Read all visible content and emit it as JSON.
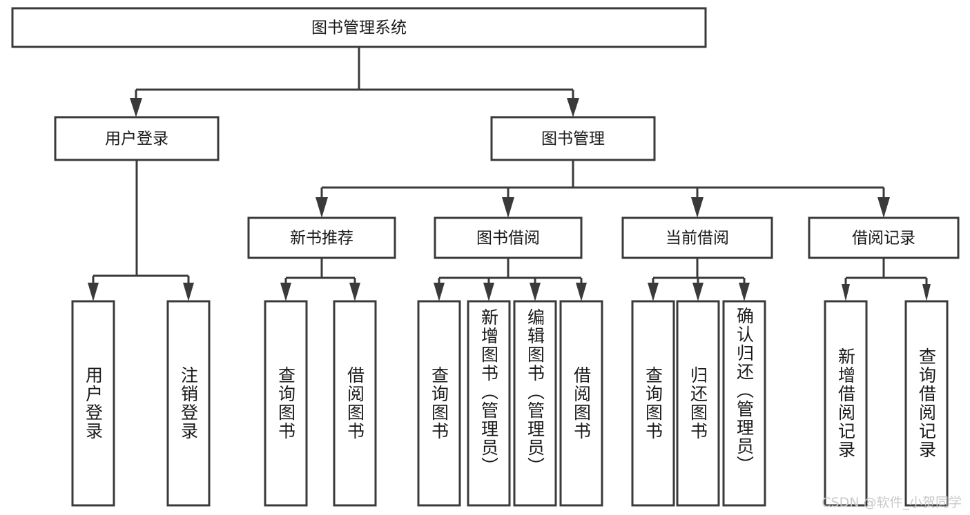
{
  "diagram": {
    "type": "tree-hierarchy",
    "title": "图书管理系统",
    "root": {
      "id": "root",
      "label": "图书管理系统"
    },
    "level2": [
      {
        "id": "user-login",
        "label": "用户登录"
      },
      {
        "id": "book-manage",
        "label": "图书管理"
      }
    ],
    "level3": [
      {
        "id": "new-book-recommend",
        "label": "新书推荐"
      },
      {
        "id": "book-borrow",
        "label": "图书借阅"
      },
      {
        "id": "current-borrow",
        "label": "当前借阅"
      },
      {
        "id": "borrow-record",
        "label": "借阅记录"
      }
    ],
    "leaves": {
      "user_login": [
        {
          "id": "leaf-user-login",
          "label": "用户登录"
        },
        {
          "id": "leaf-logout-login",
          "label": "注销登录"
        }
      ],
      "new_book_recommend": [
        {
          "id": "leaf-query-book-1",
          "label": "查询图书"
        },
        {
          "id": "leaf-borrow-book-1",
          "label": "借阅图书"
        }
      ],
      "book_borrow": [
        {
          "id": "leaf-query-book-2",
          "label": "查询图书"
        },
        {
          "id": "leaf-add-book",
          "label": "新增图书（管理员）"
        },
        {
          "id": "leaf-edit-book",
          "label": "编辑图书（管理员）"
        },
        {
          "id": "leaf-borrow-book-2",
          "label": "借阅图书"
        }
      ],
      "current_borrow": [
        {
          "id": "leaf-query-book-3",
          "label": "查询图书"
        },
        {
          "id": "leaf-return-book",
          "label": "归还图书"
        },
        {
          "id": "leaf-confirm-return",
          "label": "确认归还（管理员）"
        }
      ],
      "borrow_record": [
        {
          "id": "leaf-add-record",
          "label": "新增借阅记录"
        },
        {
          "id": "leaf-query-record",
          "label": "查询借阅记录"
        }
      ]
    }
  },
  "watermark": {
    "text": "CSDN @软件_小贺同学"
  },
  "colors": {
    "box_stroke": "#3a3a3a",
    "box_fill": "#ffffff",
    "text": "#1a1a1a",
    "watermark": "#c9c9c9",
    "background": "#ffffff"
  }
}
